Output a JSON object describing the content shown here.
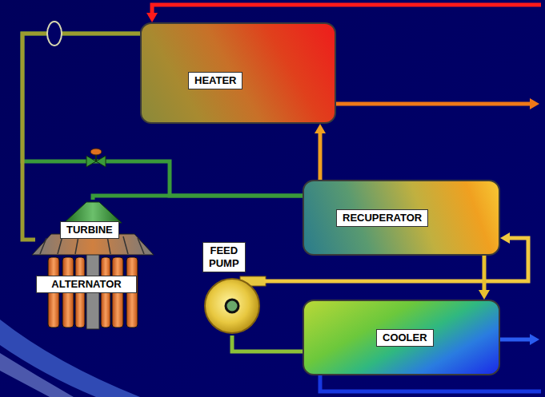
{
  "diagram": {
    "nodes": [
      {
        "text": [
          "HEATER"
        ]
      },
      {
        "text": [
          "TURBINE"
        ]
      },
      {
        "text": [
          "ALTERNATOR"
        ]
      },
      {
        "text": [
          "RECUPERATOR"
        ]
      },
      {
        "text": [
          "FEED PUMP"
        ]
      },
      {
        "text": [
          "COOLER"
        ]
      }
    ],
    "edges": [
      {
        "from": 0,
        "to": 1,
        "arrow": "none"
      },
      {
        "from": 0,
        "to": 3,
        "arrow": "none"
      },
      {
        "from": 1,
        "to": 3,
        "arrow": "none"
      },
      {
        "from": 3,
        "to": 5,
        "arrow": "to"
      },
      {
        "from": 5,
        "to": 4,
        "arrow": "none"
      },
      {
        "from": 4,
        "to": 3,
        "arrow": "to"
      },
      {
        "from": 3,
        "to": 0,
        "arrow": "to"
      }
    ]
  }
}
